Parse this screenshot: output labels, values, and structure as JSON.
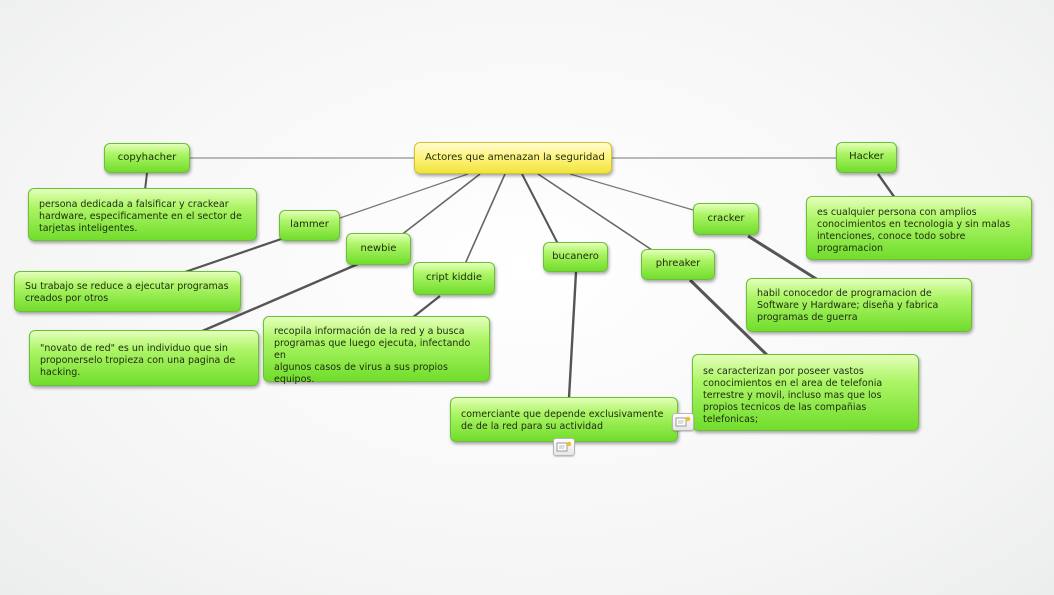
{
  "central": {
    "label": "Actores que amenazan la seguridad"
  },
  "topics": {
    "copyhacher": "copyhacher",
    "lammer": "lammer",
    "newbie": "newbie",
    "cript_kiddie": "cript kiddie",
    "bucanero": "bucanero",
    "phreaker": "phreaker",
    "cracker": "cracker",
    "hacker": "Hacker"
  },
  "notes": {
    "copyhacher": [
      "persona dedicada a falsificar y crackear",
      "hardware, especificamente en el sector de",
      "tarjetas inteligentes."
    ],
    "lammer": [
      "Su trabajo se reduce a ejecutar programas",
      "creados por otros"
    ],
    "newbie": [
      "\"novato de red\" es un individuo que sin",
      "proponerselo tropieza con una pagina de",
      "hacking."
    ],
    "cript_kiddie": [
      "recopila información de la red y a busca",
      "programas que luego ejecuta, infectando en",
      "algunos casos de virus a sus propios",
      "equipos."
    ],
    "bucanero": [
      "comerciante que depende exclusivamente",
      "de de la red para su actividad"
    ],
    "phreaker": [
      "se caracterizan por poseer vastos",
      "conocimientos en el area de telefonia",
      "terrestre y movil, incluso mas que los",
      "propios tecnicos de las compañias",
      "telefonicas;"
    ],
    "cracker": [
      " habil conocedor de programacion de",
      "Software y Hardware; diseña y fabrica",
      "programas de guerra"
    ],
    "hacker": [
      "es cualquier persona con amplios",
      "conocimientos en tecnologia y sin malas",
      "intenciones, conoce todo sobre",
      "programacion"
    ]
  },
  "icons": {
    "attachment": "note-attachment-icon"
  },
  "colors": {
    "topic": "#8fe84a",
    "central": "#fff36a",
    "link": "#5d5d5d"
  }
}
